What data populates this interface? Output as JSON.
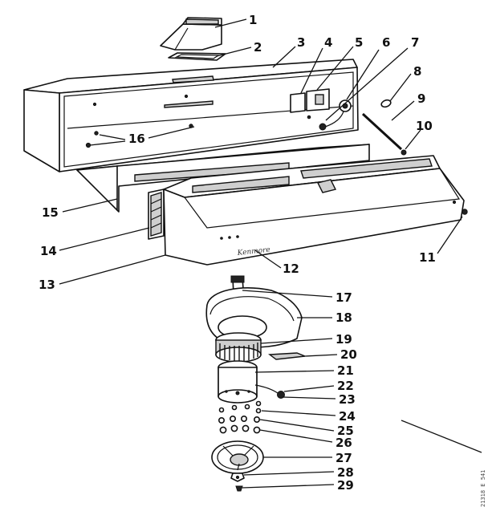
{
  "brand_text": "Kenmore",
  "side_code": "21318 E 541",
  "part_numbers": [
    "1",
    "2",
    "3",
    "4",
    "5",
    "6",
    "7",
    "8",
    "9",
    "10",
    "11",
    "12",
    "13",
    "14",
    "15",
    "16",
    "17",
    "18",
    "19",
    "20",
    "21",
    "22",
    "23",
    "24",
    "25",
    "26",
    "27",
    "28",
    "29"
  ]
}
